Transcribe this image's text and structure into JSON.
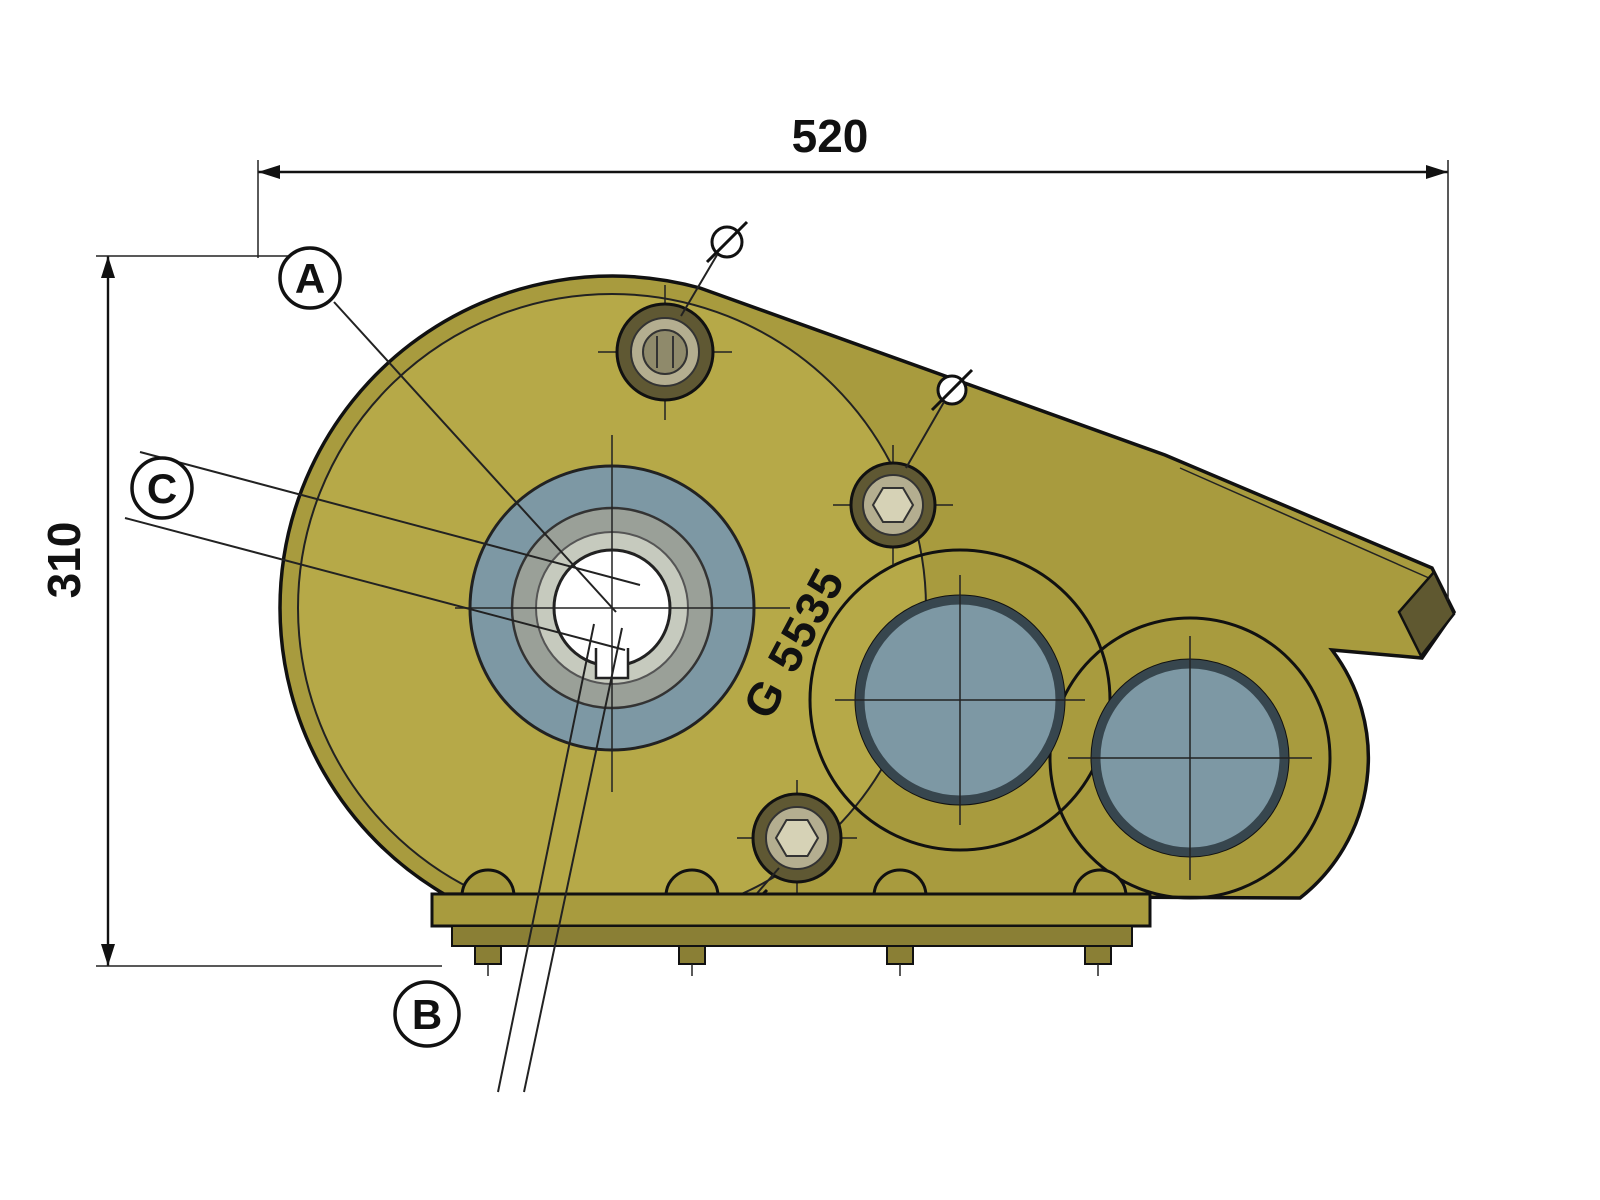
{
  "diagram": {
    "type": "technical-drawing",
    "subject": "gearbox-housing-side-view",
    "model_label": "G 5535",
    "dimensions": {
      "width": {
        "value": "520"
      },
      "height": {
        "value": "310"
      }
    },
    "callouts": {
      "a": "A",
      "b": "B",
      "c": "C"
    },
    "colors": {
      "body": "#a89b3e",
      "body_light": "#b6a948",
      "body_dark": "#8a7f35",
      "opening": "#5f5830",
      "bore": "#7d98a4",
      "bore_rim": "#37464e",
      "hub_ring": "#9aa098",
      "hub_inner": "#c6cabe",
      "plug_dark": "#5f5833",
      "plug_mid": "#b4ae90",
      "line": "#111111",
      "background": "#ffffff"
    }
  }
}
